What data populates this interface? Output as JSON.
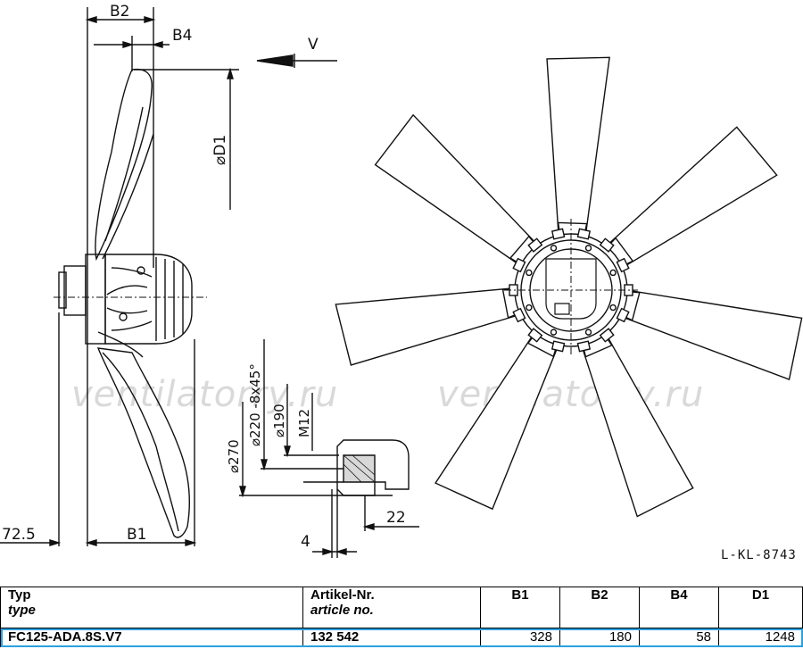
{
  "watermark": "ventilatorry.ru",
  "drawing_code": "L-KL-8743",
  "dimensions": {
    "b1": "B1",
    "b2": "B2",
    "b4": "B4",
    "d1": "⌀D1",
    "v": "V",
    "offset": "72.5",
    "d270": "⌀270",
    "d220": "⌀220 -8x45°",
    "d190": "⌀190",
    "m12": "M12",
    "d22": "22",
    "d4": "4"
  },
  "table": {
    "headers": [
      {
        "label": "Typ",
        "sub": "type"
      },
      {
        "label": "Artikel-Nr.",
        "sub": "article no."
      },
      {
        "label": "B1",
        "sub": ""
      },
      {
        "label": "B2",
        "sub": ""
      },
      {
        "label": "B4",
        "sub": ""
      },
      {
        "label": "D1",
        "sub": ""
      }
    ],
    "rows": [
      {
        "type": "FC125-ADA.8S.V7",
        "article": "132 542",
        "b1": "328",
        "b2": "180",
        "b4": "58",
        "d1": "1248"
      }
    ]
  },
  "colors": {
    "line": "#111111",
    "watermark": "#d9d9d9",
    "highlight": "#2aa0e0"
  }
}
